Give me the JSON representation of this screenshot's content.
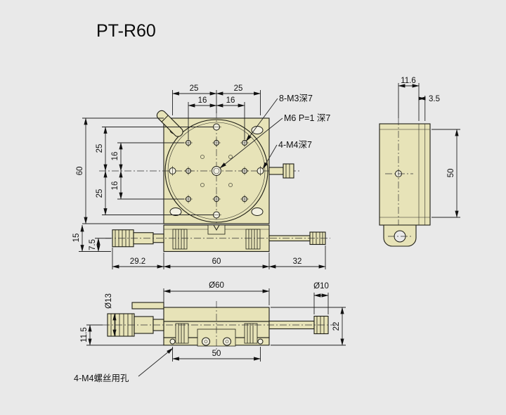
{
  "title": "PT-R60",
  "plan": {
    "top_25_left": "25",
    "top_25_right": "25",
    "top_16_left": "16",
    "top_16_right": "16",
    "left_60": "60",
    "left_25_upper": "25",
    "left_16_upper": "16",
    "left_16_lower": "16",
    "left_25_lower": "25",
    "callout_8m3": "8-M3深7",
    "callout_m6": "M6 P=1 深7",
    "callout_4m4": "4-M4深7"
  },
  "front": {
    "left_15": "15",
    "left_7_5": "7.5",
    "bottom_29_2": "29.2",
    "bottom_60": "60",
    "bottom_32": "32"
  },
  "side": {
    "width_11_6": "11.6",
    "width_3_5": "3.5",
    "height_50": "50"
  },
  "bottom": {
    "dia_60": "Ø60",
    "dia_10": "Ø10",
    "dia_13": "Ø13",
    "height_22": "22",
    "height_11_5": "11.5",
    "width_50": "50",
    "callout_mount_holes": "4-M4螺丝用孔"
  },
  "colors": {
    "background": "#e9e9e9",
    "part_fill": "#e7e3b8",
    "line": "#1c1c14"
  }
}
